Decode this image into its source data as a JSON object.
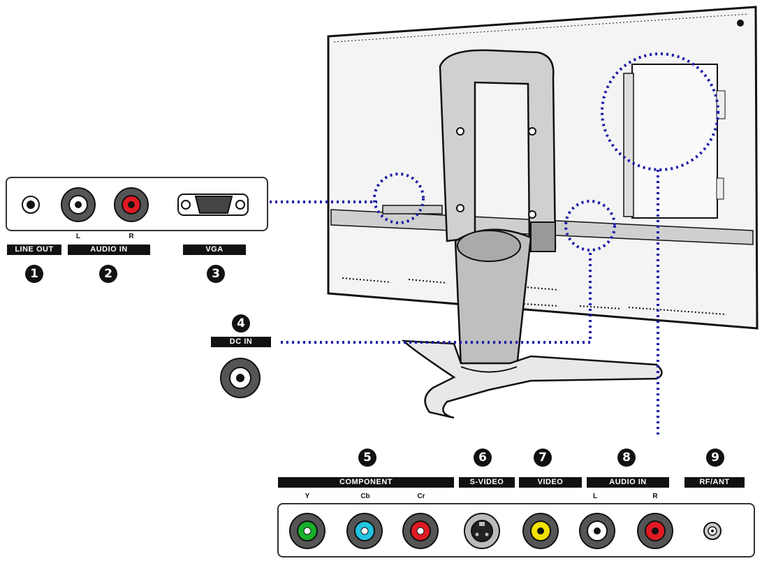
{
  "top_labels": {
    "line_out": "LINE OUT",
    "audio_in": "AUDIO IN",
    "vga": "VGA",
    "audio_l": "L",
    "audio_r": "R"
  },
  "dc": {
    "label": "DC IN"
  },
  "bottom_labels": {
    "component": "COMPONENT",
    "s_video": "S-VIDEO",
    "video": "VIDEO",
    "audio_in": "AUDIO IN",
    "rf_ant": "RF/ANT",
    "y": "Y",
    "cb": "Cb",
    "cr": "Cr",
    "audio_l": "L",
    "audio_r": "R"
  },
  "numbers": {
    "n1": "1",
    "n2": "2",
    "n3": "3",
    "n4": "4",
    "n5": "5",
    "n6": "6",
    "n7": "7",
    "n8": "8",
    "n9": "9"
  },
  "colors": {
    "red_jack": "#e01a22",
    "green_jack": "#18b02a",
    "cyan_jack": "#22c4e0",
    "yellow_jack": "#f2e200",
    "leader_line": "#1a1aa8",
    "dark": "#111111"
  }
}
